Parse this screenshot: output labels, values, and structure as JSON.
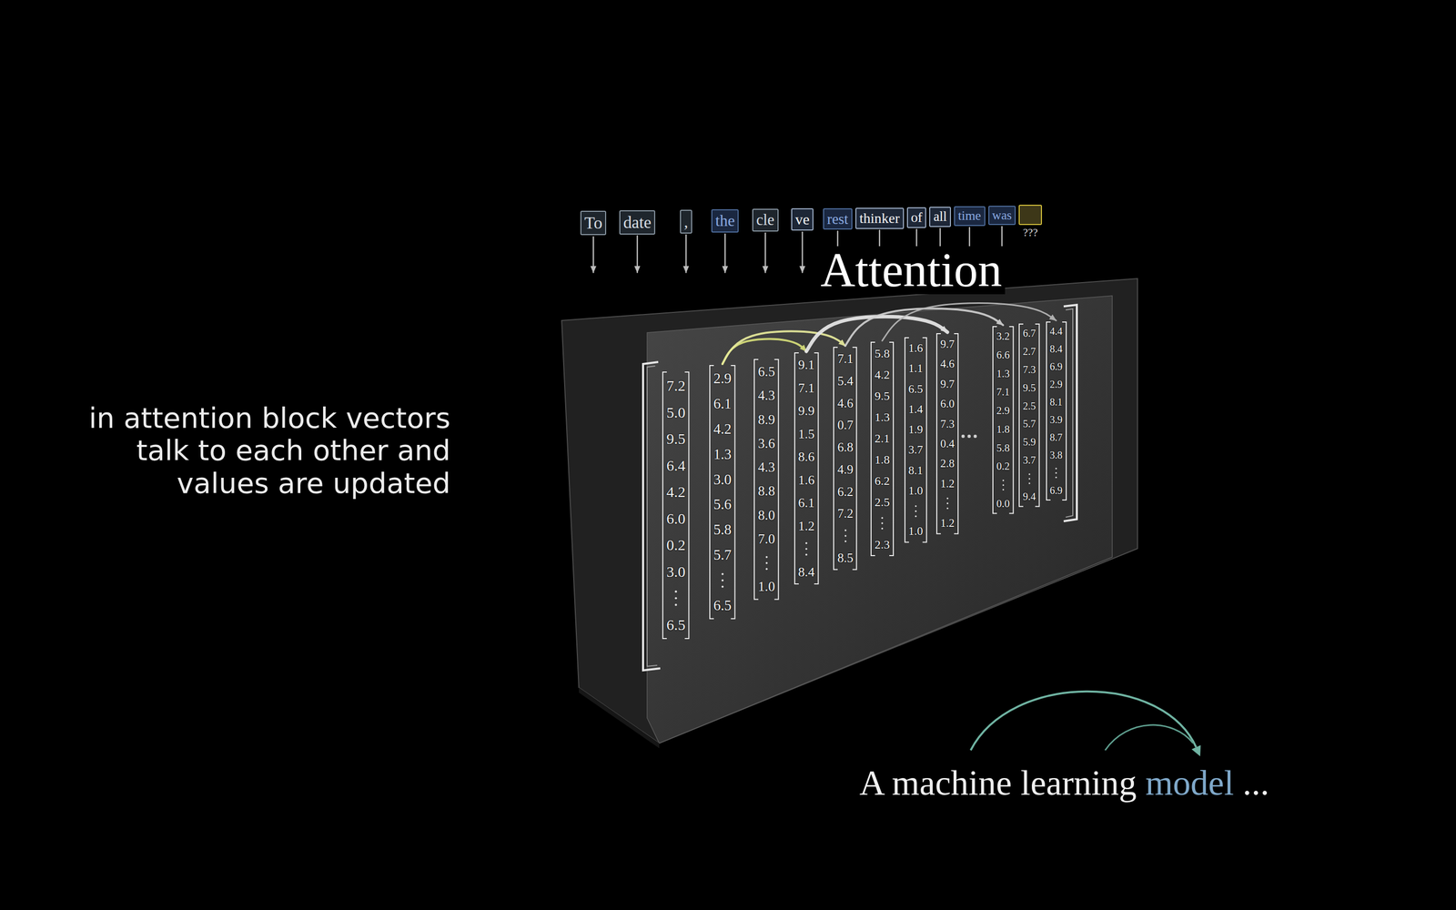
{
  "diagram": {
    "nodes": [
      {
        "text": [
          "To"
        ]
      },
      {
        "text": [
          "date"
        ]
      },
      {
        "text": [
          ","
        ]
      },
      {
        "text": [
          "the"
        ]
      },
      {
        "text": [
          "cle"
        ]
      },
      {
        "text": [
          "ve"
        ]
      },
      {
        "text": [
          "rest"
        ]
      },
      {
        "text": [
          "thinker"
        ]
      },
      {
        "text": [
          "of"
        ]
      },
      {
        "text": [
          "all"
        ]
      },
      {
        "text": [
          "time"
        ]
      },
      {
        "text": [
          "was"
        ]
      },
      {
        "text": [
          "???"
        ]
      },
      {
        "text": [
          "Attention"
        ]
      },
      {
        "text": [
          "7.2",
          "5.0",
          "9.5",
          "6.4",
          "4.2",
          "6.0",
          "0.2",
          "3.0",
          "6.5"
        ],
        "in": 13
      },
      {
        "text": [
          "2.9",
          "6.1",
          "4.2",
          "1.3",
          "3.0",
          "5.6",
          "5.8",
          "5.7",
          "6.5"
        ],
        "in": 13
      },
      {
        "text": [
          "6.5",
          "4.3",
          "8.9",
          "3.6",
          "4.3",
          "8.8",
          "8.0",
          "7.0",
          "1.0"
        ],
        "in": 13
      },
      {
        "text": [
          "9.1",
          "7.1",
          "9.9",
          "1.5",
          "8.6",
          "1.6",
          "6.1",
          "1.2",
          "8.4"
        ],
        "in": 13
      },
      {
        "text": [
          "7.1",
          "5.4",
          "4.6",
          "0.7",
          "6.8",
          "4.9",
          "6.2",
          "7.2",
          "8.5"
        ],
        "in": 13
      },
      {
        "text": [
          "5.8",
          "4.2",
          "9.5",
          "1.3",
          "2.1",
          "1.8",
          "6.2",
          "2.5",
          "2.3"
        ],
        "in": 13
      },
      {
        "text": [
          "1.6",
          "1.1",
          "6.5",
          "1.4",
          "1.9",
          "3.7",
          "8.1",
          "1.0",
          "1.0"
        ],
        "in": 13
      },
      {
        "text": [
          "9.7",
          "4.6",
          "9.7",
          "6.0",
          "7.3",
          "0.4",
          "2.8",
          "1.2",
          "1.2"
        ],
        "in": 13
      },
      {
        "text": [
          "3.2",
          "6.6",
          "1.3",
          "7.1",
          "2.9",
          "1.8",
          "5.8",
          "0.2",
          "0.0"
        ],
        "in": 13
      },
      {
        "text": [
          "6.7",
          "2.7",
          "7.3",
          "9.5",
          "2.5",
          "5.7",
          "5.9",
          "3.7",
          "9.4"
        ],
        "in": 13
      },
      {
        "text": [
          "4.4",
          "8.4",
          "6.9",
          "2.9",
          "8.1",
          "3.9",
          "8.7",
          "3.8",
          "6.9"
        ],
        "in": 13
      }
    ],
    "edges": [
      {
        "from": 0,
        "to": 13,
        "arrow": "to"
      },
      {
        "from": 1,
        "to": 13,
        "arrow": "to"
      },
      {
        "from": 2,
        "to": 13,
        "arrow": "to"
      },
      {
        "from": 3,
        "to": 13,
        "arrow": "to"
      },
      {
        "from": 4,
        "to": 13,
        "arrow": "to"
      },
      {
        "from": 5,
        "to": 13,
        "arrow": "to"
      },
      {
        "from": 6,
        "to": 13,
        "arrow": "to"
      },
      {
        "from": 7,
        "to": 13,
        "arrow": "to"
      },
      {
        "from": 8,
        "to": 13,
        "arrow": "to"
      },
      {
        "from": 9,
        "to": 13,
        "arrow": "to"
      },
      {
        "from": 10,
        "to": 13,
        "arrow": "to"
      },
      {
        "from": 11,
        "to": 13,
        "arrow": "to"
      },
      {
        "from": 15,
        "to": 17,
        "arrow": "to"
      },
      {
        "from": 15,
        "to": 18,
        "arrow": "to"
      },
      {
        "from": 17,
        "to": 21,
        "arrow": "to"
      },
      {
        "from": 18,
        "to": 22,
        "arrow": "to"
      },
      {
        "from": 19,
        "to": 24,
        "arrow": "to"
      }
    ],
    "labels": [
      "in attention block vectors talk to each other and values are updated",
      "A machine learning",
      "model",
      "..."
    ]
  }
}
